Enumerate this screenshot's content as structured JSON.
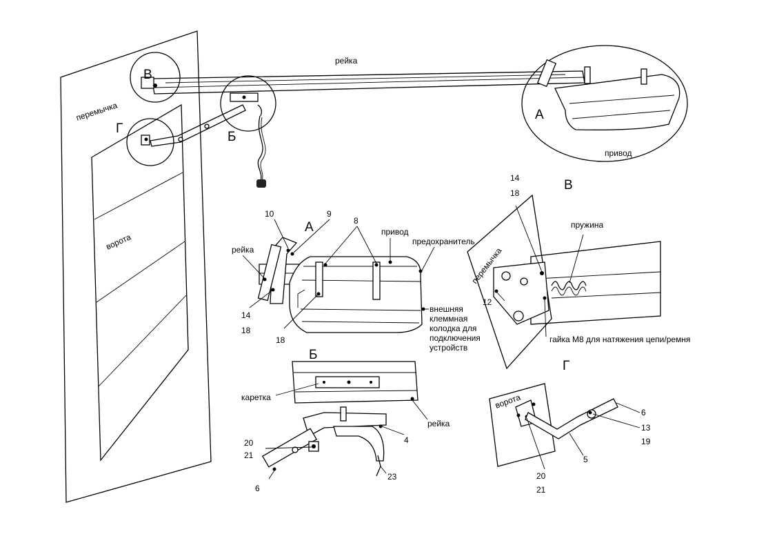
{
  "overview": {
    "rail": "рейка",
    "lintel": "перемычка",
    "gate": "ворота",
    "drive": "привод",
    "circle_a": "А",
    "circle_b": "Б",
    "circle_v": "В",
    "circle_g": "Г"
  },
  "detail_a": {
    "title": "А",
    "rail": "рейка",
    "drive": "привод",
    "fuse": "предохранитель",
    "terminal_lines": [
      "внешняя",
      "клеммная",
      "колодка для",
      "подключения",
      "устройств"
    ],
    "n10": "10",
    "n9": "9",
    "n8": "8",
    "n14": "14",
    "n18a": "18",
    "n18b": "18"
  },
  "detail_b": {
    "title": "Б",
    "carriage": "каретка",
    "rail": "рейка",
    "n20": "20",
    "n21": "21",
    "n4": "4",
    "n23": "23",
    "n6": "6"
  },
  "detail_v": {
    "title": "В",
    "spring": "пружина",
    "lintel": "перемычка",
    "nut": "гайка M8 для натяжения цепи/ремня",
    "n14": "14",
    "n18": "18",
    "n12": "12"
  },
  "detail_g": {
    "title": "Г",
    "gate": "ворота",
    "n6": "6",
    "n13": "13",
    "n19": "19",
    "n5": "5",
    "n20": "20",
    "n21": "21"
  }
}
